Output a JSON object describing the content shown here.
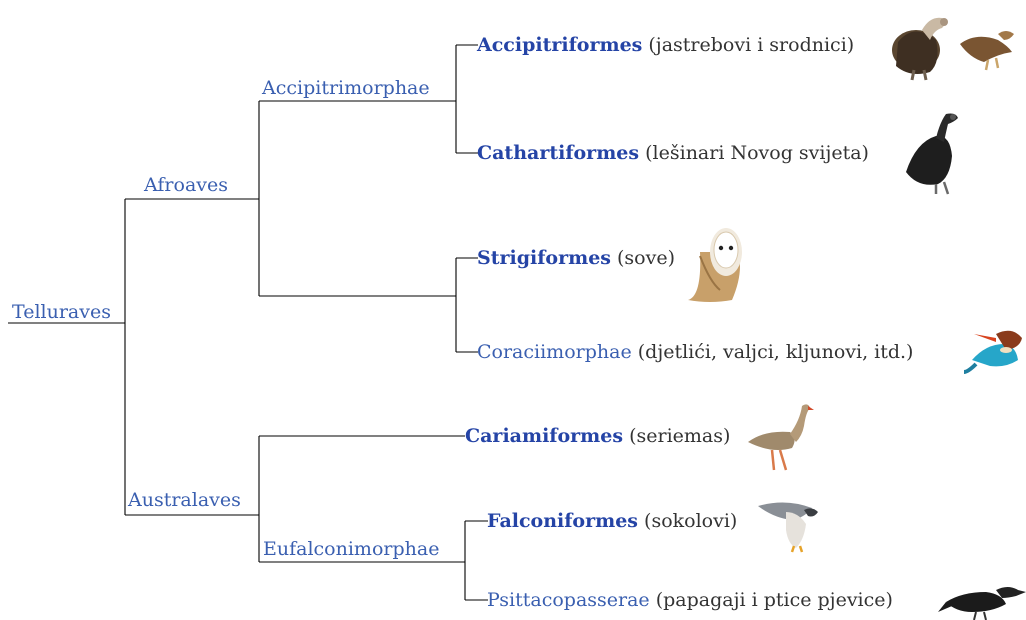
{
  "clades": {
    "telluraves": "Telluraves",
    "afroaves": "Afroaves",
    "accipitrimorphae": "Accipitrimorphae",
    "australaves": "Australaves",
    "eufalconimorphae": "Eufalconimorphae"
  },
  "taxa": [
    {
      "name": "Accipitriformes",
      "desc": " (jastrebovi i srodnici)",
      "bold": true,
      "icon": "vulture-and-eagle-photo"
    },
    {
      "name": "Cathartiformes",
      "desc": " (lešinari Novog svijeta)",
      "bold": true,
      "icon": "black-vulture-photo"
    },
    {
      "name": "Strigiformes",
      "desc": " (sove)",
      "bold": true,
      "icon": "barn-owl-photo"
    },
    {
      "name": "Coraciimorphae",
      "desc": " (djetlići, valjci, kljunovi, itd.)",
      "bold": false,
      "icon": "kingfisher-photo"
    },
    {
      "name": "Cariamiformes",
      "desc": " (seriemas)",
      "bold": true,
      "icon": "seriema-photo"
    },
    {
      "name": "Falconiformes",
      "desc": " (sokolovi)",
      "bold": true,
      "icon": "falcon-photo"
    },
    {
      "name": "Psittacopasserae",
      "desc": " (papagaji i ptice pjevice)",
      "bold": false,
      "icon": "crow-photo"
    }
  ],
  "colors": {
    "clade": "#3a5fb0",
    "order": "#2544a6",
    "text": "#333333",
    "line": "#000000"
  }
}
